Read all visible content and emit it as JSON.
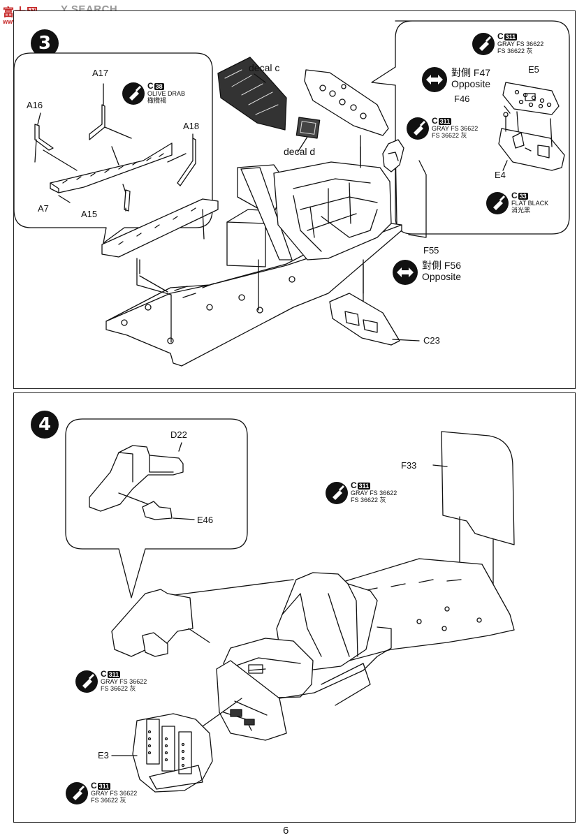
{
  "watermark": {
    "logo": "富士网",
    "sub": "www.ashow.com",
    "text": "Y SEARCH"
  },
  "page_number": "6",
  "step3": {
    "number": "3",
    "labels": {
      "decal_c": "decal c",
      "decal_d": "decal d",
      "A17": "A17",
      "A16": "A16",
      "A18": "A18",
      "A7": "A7",
      "A15": "A15",
      "E5": "E5",
      "F46": "F46",
      "E4": "E4",
      "F55": "F55",
      "C23": "C23"
    },
    "paint_olive": {
      "code": "C",
      "num": "38",
      "name": "OLIVE DRAB",
      "name_cn": "橄欖褐"
    },
    "paint_gray": {
      "code": "C",
      "num": "311",
      "name": "GRAY FS 36622",
      "name_cn": "FS 36622 灰"
    },
    "paint_gray2": {
      "code": "C",
      "num": "311",
      "name": "GRAY FS 36622",
      "name_cn": "FS 36622 灰"
    },
    "paint_black": {
      "code": "C",
      "num": "33",
      "name": "FLAT BLACK",
      "name_cn": "消光黑"
    },
    "opposite_f47": {
      "cn": "對側 F47",
      "en": "Opposite"
    },
    "opposite_f56": {
      "cn": "對側 F56",
      "en": "Opposite"
    }
  },
  "step4": {
    "number": "4",
    "labels": {
      "D22": "D22",
      "E46": "E46",
      "F33": "F33",
      "E3": "E3"
    },
    "paint_gray_a": {
      "code": "C",
      "num": "311",
      "name": "GRAY FS 36622",
      "name_cn": "FS 36622 灰"
    },
    "paint_gray_b": {
      "code": "C",
      "num": "311",
      "name": "GRAY FS 36622",
      "name_cn": "FS 36622 灰"
    },
    "paint_gray_c": {
      "code": "C",
      "num": "311",
      "name": "GRAY FS 36622",
      "name_cn": "FS 36622 灰"
    }
  }
}
